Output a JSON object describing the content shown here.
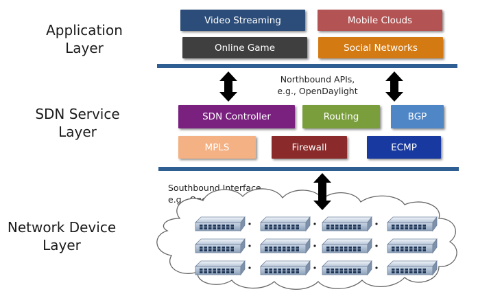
{
  "layers": {
    "application": [
      "Application",
      "Layer"
    ],
    "service": [
      "SDN Service",
      "Layer"
    ],
    "device": [
      "Network Device",
      "Layer"
    ]
  },
  "application_boxes": {
    "video_streaming": {
      "label": "Video Streaming",
      "color": "#2c4d79"
    },
    "mobile_clouds": {
      "label": "Mobile Clouds",
      "color": "#b35353"
    },
    "online_game": {
      "label": "Online Game",
      "color": "#3f3f3f"
    },
    "social_networks": {
      "label": "Social Networks",
      "color": "#d47a12"
    }
  },
  "service_boxes": {
    "sdn_controller": {
      "label": "SDN Controller",
      "color": "#7a2180"
    },
    "routing": {
      "label": "Routing",
      "color": "#7a9e3b"
    },
    "bgp": {
      "label": "BGP",
      "color": "#4f86c6"
    },
    "mpls": {
      "label": "MPLS",
      "color": "#f4b184"
    },
    "firewall": {
      "label": "Firewall",
      "color": "#8a2a2a"
    },
    "ecmp": {
      "label": "ECMP",
      "color": "#1839a0"
    }
  },
  "northbound": [
    "Northbound APIs,",
    "e.g., OpenDaylight"
  ],
  "southbound": [
    "Southbound Interface,",
    "e.g., OpenFlow"
  ],
  "colors": {
    "divider": "#2f5f92",
    "arrow": "#000000"
  }
}
